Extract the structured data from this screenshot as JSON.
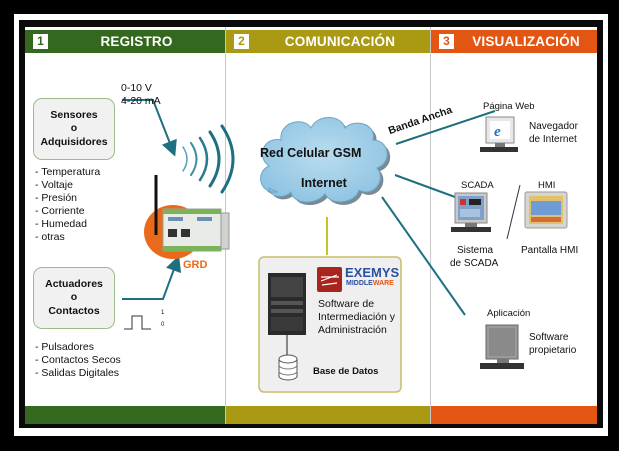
{
  "columns": [
    {
      "number": "1",
      "title": "REGISTRO",
      "color": "#35681f"
    },
    {
      "number": "2",
      "title": "COMUNICACIÓN",
      "color": "#a99913"
    },
    {
      "number": "3",
      "title": "VISUALIZACIÓN",
      "color": "#e25512"
    }
  ],
  "registro": {
    "signal_label_1": "0-10 V",
    "signal_label_2": "4-20 mA",
    "sensors_box": {
      "line1": "Sensores",
      "line2": "o",
      "line3": "Adquisidores"
    },
    "sensor_types": [
      "- Temperatura",
      "- Voltaje",
      "- Presión",
      "- Corriente",
      "- Humedad",
      "- otras"
    ],
    "device_label": "GRD",
    "actuators_box": {
      "line1": "Actuadores",
      "line2": "o",
      "line3": "Contactos"
    },
    "pulse_high": "1",
    "pulse_low": "0",
    "actuator_types": [
      "- Pulsadores",
      "- Contactos Secos",
      "- Salidas Digitales"
    ]
  },
  "comunicacion": {
    "cloud_line1": "Red Celular GSM",
    "cloud_line2": "Internet",
    "link_label": "Banda Ancha",
    "brand_name": "EXEMYS",
    "brand_sub_a": "MIDDLE",
    "brand_sub_b": "WARE",
    "software_lines": [
      "Software de",
      "Intermediación y",
      "Administración"
    ],
    "database_label": "Base de Datos"
  },
  "visualizacion": {
    "web_title": "Página Web",
    "web_desc_1": "Navegador",
    "web_desc_2": "de Internet",
    "scada_title": "SCADA",
    "scada_desc_1": "Sistema",
    "scada_desc_2": "de SCADA",
    "hmi_title": "HMI",
    "hmi_desc": "Pantalla HMI",
    "app_title": "Aplicación",
    "app_desc_1": "Software",
    "app_desc_2": "propietario"
  }
}
